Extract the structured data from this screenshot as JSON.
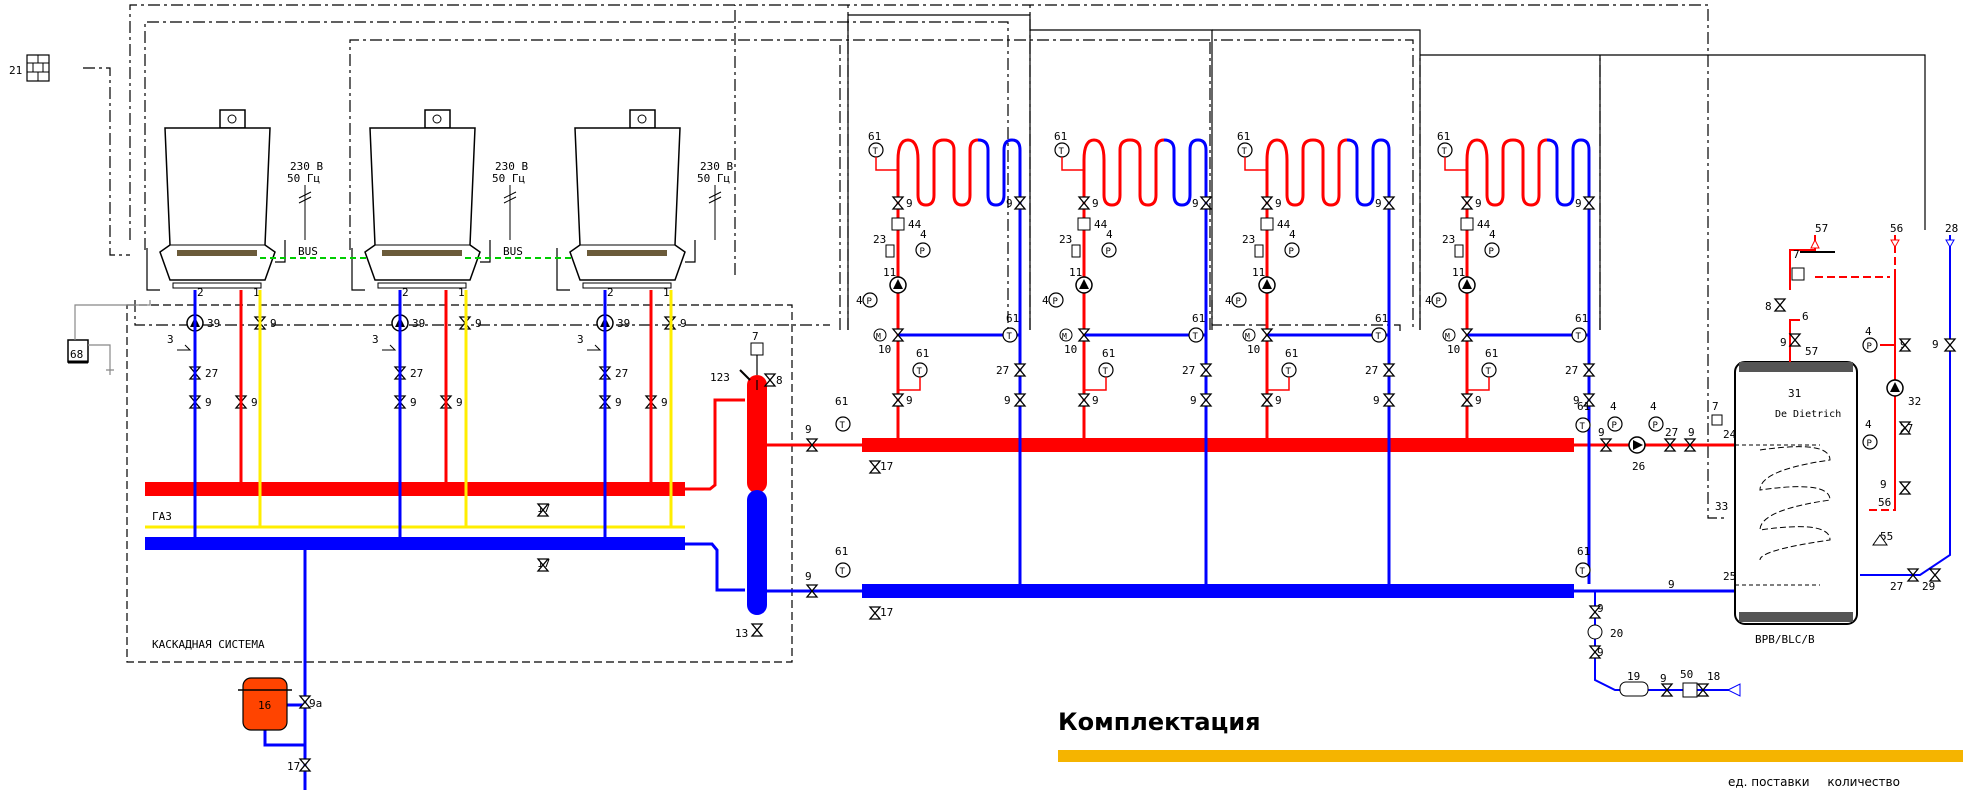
{
  "boilers": [
    {
      "id": "boiler-1",
      "power_label_1": "230 В",
      "power_label_2": "50 Гц"
    },
    {
      "id": "boiler-2",
      "power_label_1": "230 В",
      "power_label_2": "50 Гц"
    },
    {
      "id": "boiler-3",
      "power_label_1": "230 В",
      "power_label_2": "50 Гц"
    }
  ],
  "bus_label": "BUS",
  "gas_label": "ГАЗ",
  "cascade_label": "КАСКАДНАЯ СИСТЕМА",
  "outdoor_sensor_label": "21",
  "labels": {
    "l68": "68",
    "l39": "39",
    "l3": "3",
    "l27": "27",
    "l9": "9",
    "l17": "17",
    "l2": "2",
    "l1": "1",
    "l123": "123",
    "l7": "7",
    "l8": "8",
    "l13": "13",
    "l16": "16",
    "l9a": "9a",
    "l61": "61",
    "l44": "44",
    "l23": "23",
    "l4": "4",
    "l11": "11",
    "l10": "10",
    "l26": "26",
    "l24": "24",
    "l33": "33",
    "l25": "25",
    "l20": "20",
    "l19": "19",
    "l50": "50",
    "l18": "18",
    "l57": "57",
    "l56": "56",
    "l28": "28",
    "l6": "6",
    "l31": "31",
    "l32": "32",
    "l55": "55",
    "l29": "29"
  },
  "tank_label": "BPB/BLC/B",
  "tank_brand": "De Dietrich",
  "colors": {
    "hot": "#ff0000",
    "cold": "#0000ff",
    "gas": "#ffee00",
    "bus": "#00cc00",
    "tank_red": "#ff4400"
  },
  "footer": {
    "title": "Комплектация",
    "col1": "ед. поставки",
    "col2": "количество"
  }
}
